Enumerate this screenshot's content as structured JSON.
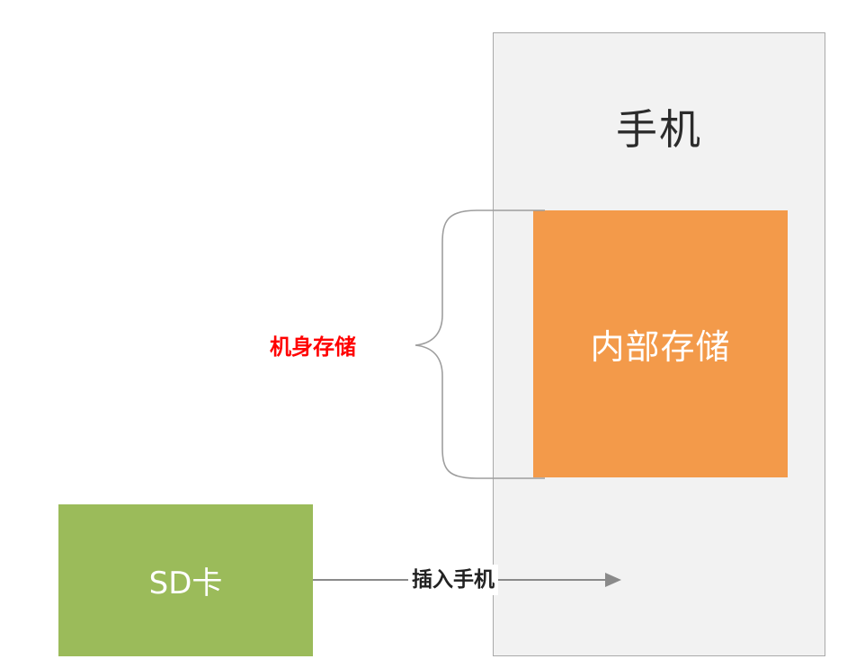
{
  "phone": {
    "title": "手机"
  },
  "internal_storage": {
    "label": "内部存储"
  },
  "body_storage": {
    "label": "机身存储"
  },
  "sd_card": {
    "label": "SD卡"
  },
  "insert_arrow": {
    "label": "插入手机"
  },
  "colors": {
    "phone_fill": "#f2f2f2",
    "internal_fill": "#f39a4a",
    "sd_fill": "#9bbb5a",
    "highlight_text": "#ff0000"
  }
}
